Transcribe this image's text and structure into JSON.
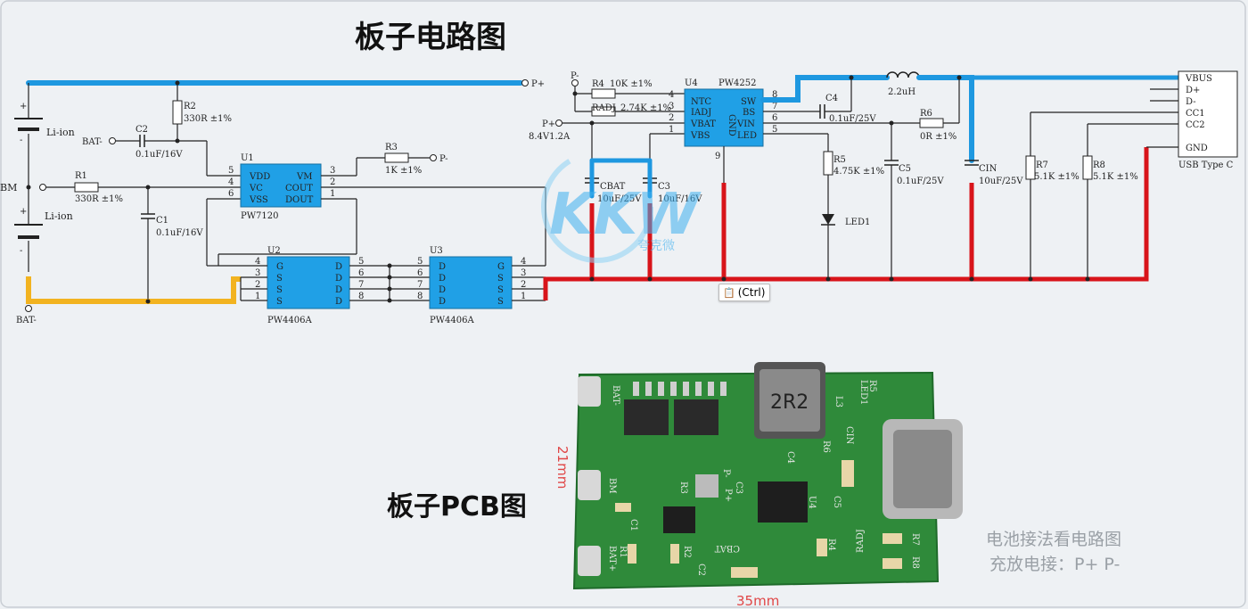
{
  "titles": {
    "schematic": "板子电路图",
    "pcb": "板子PCB图"
  },
  "notes": {
    "line1": "电池接法看电路图",
    "line2": "充放电接：P+ P-"
  },
  "paste_button": {
    "label": "(Ctrl)"
  },
  "watermark": {
    "logo": "KKW",
    "cn": "夸克微"
  },
  "dimensions": {
    "height": "21mm",
    "width": "35mm"
  },
  "left": {
    "battery_top": "Li-ion",
    "battery_bottom": "Li-ion",
    "bm": "BM",
    "bat_minus_bottom": "BAT-",
    "bat_minus_c2": "BAT-",
    "p_plus_top": "P+",
    "p_minus_r3": "P-",
    "r1_name": "R1",
    "r1_val": "330R ±1%",
    "r2_name": "R2",
    "r2_val": "330R ±1%",
    "c1_name": "C1",
    "c1_val": "0.1uF/16V",
    "c2_name": "C2",
    "c2_val": "0.1uF/16V",
    "r3_name": "R3",
    "r3_val": "1K ±1%",
    "u1": {
      "ref": "U1",
      "part": "PW7120",
      "pins_left": [
        "VDD",
        "VC",
        "VSS"
      ],
      "pins_right": [
        "VM",
        "COUT",
        "DOUT"
      ],
      "nums_left": [
        "5",
        "4",
        "6"
      ],
      "nums_right": [
        "3",
        "2",
        "1"
      ]
    },
    "u2": {
      "ref": "U2",
      "part": "PW4406A",
      "pins_left": [
        "G",
        "S",
        "S",
        "S"
      ],
      "pins_right": [
        "D",
        "D",
        "D",
        "D"
      ],
      "nums_left": [
        "4",
        "3",
        "2",
        "1"
      ],
      "nums_right": [
        "5",
        "6",
        "7",
        "8"
      ]
    },
    "u3": {
      "ref": "U3",
      "part": "PW4406A",
      "pins_left": [
        "D",
        "D",
        "D",
        "D"
      ],
      "pins_right": [
        "G",
        "S",
        "S",
        "S"
      ],
      "nums_left": [
        "5",
        "6",
        "7",
        "8"
      ],
      "nums_right": [
        "4",
        "3",
        "2",
        "1"
      ]
    }
  },
  "right": {
    "p_minus": "P-",
    "p_plus": "P+",
    "p_plus_rating": "8.4V1.2A",
    "r4_name": "R4",
    "r4_val": "10K ±1%",
    "radj_name": "RADJ",
    "radj_val": "2.74K ±1%",
    "cbat_name": "CBAT",
    "cbat_val": "10uF/25V",
    "c3_name": "C3",
    "c3_val": "10uF/16V",
    "c4_name": "C4",
    "c4_val": "0.1uF/25V",
    "r5_name": "R5",
    "r5_val": "4.75K ±1%",
    "led": "LED1",
    "c5_name": "C5",
    "c5_val": "0.1uF/25V",
    "inductor": "2.2uH",
    "r6_name": "R6",
    "r6_val": "0R ±1%",
    "cin_name": "CIN",
    "cin_val": "10uF/25V",
    "r7_name": "R7",
    "r7_val": "5.1K ±1%",
    "r8_name": "R8",
    "r8_val": "5.1K ±1%",
    "u4": {
      "ref": "U4",
      "part": "PW4252",
      "pins_left": [
        "NTC",
        "IADJ",
        "VBAT",
        "VBS"
      ],
      "pins_right": [
        "SW",
        "BS",
        "VIN",
        "LED"
      ],
      "nums_left": [
        "4",
        "3",
        "2",
        "1"
      ],
      "nums_right": [
        "8",
        "7",
        "6",
        "5"
      ],
      "gnd": "GND",
      "gnd_num": "9"
    },
    "usb": {
      "name": "USB Type C",
      "pins": [
        "VBUS",
        "D+",
        "D-",
        "CC1",
        "CC2",
        "GND"
      ]
    }
  },
  "pcb": {
    "inductor_mark": "2R2",
    "silk": [
      "BAT-",
      "BM",
      "BAT+",
      "R1",
      "C1",
      "R2",
      "C2",
      "R3",
      "CBAT",
      "C3",
      "P-",
      "P+",
      "L3",
      "LED1",
      "R5",
      "R6",
      "CIN",
      "C4",
      "C5",
      "U4",
      "RADJ",
      "R4",
      "R7",
      "R8"
    ]
  }
}
